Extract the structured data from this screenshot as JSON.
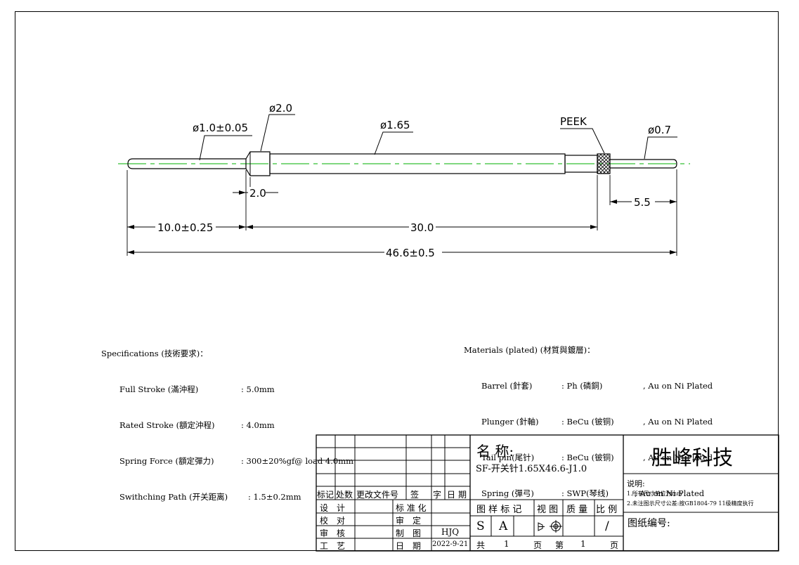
{
  "drawing": {
    "dims": {
      "d_tip": "ø1.0±0.05",
      "d_head": "ø2.0",
      "d_barrel": "ø1.65",
      "d_tail": "ø0.7",
      "peek": "PEEK",
      "len_head": "2.0",
      "len_tail": "5.5",
      "len_tip": "10.0±0.25",
      "len_barrel": "30.0",
      "len_total": "46.6±0.5"
    }
  },
  "specs": {
    "title": "Specifications (技術要求)：",
    "rows": [
      {
        "label": "Full Stroke (滿沖程)",
        "value": ": 5.0mm"
      },
      {
        "label": "Rated Stroke (額定沖程)",
        "value": ": 4.0mm"
      },
      {
        "label": "Spring Force (額定彈力)",
        "value": ": 300±20%gf@ load 4.0mm"
      },
      {
        "label": "Swithching Path (开关距离)",
        "value": ": 1.5±0.2mm"
      }
    ]
  },
  "materials": {
    "title": "Materials (plated) (材質與鍍層)：",
    "rows": [
      {
        "part": "Barrel (針套)",
        "material": ": Ph (磷銅)",
        "plating": ", Au on Ni Plated"
      },
      {
        "part": "Plunger (針軸)",
        "material": ": BeCu (铍铜)",
        "plating": ", Au on Ni Plated"
      },
      {
        "part": "Tail pin(尾针)",
        "material": ": BeCu (铍铜)",
        "plating": ", Au on Ni Plated"
      },
      {
        "part": "Spring (彈弓)",
        "material": ": SWP(琴线)",
        "plating": ", Au on Ni Plated"
      }
    ]
  },
  "title_block": {
    "rev_headers": [
      "标记",
      "处数",
      "更改文件号",
      "签",
      "字",
      "日",
      "期"
    ],
    "design": "设　计",
    "check": "校　对",
    "review": "审　核",
    "process": "工　艺",
    "standard": "标 准 化",
    "approve": "审　定",
    "drawn": "制　图",
    "date_label": "日　期",
    "drawn_by": "HJQ",
    "date": "2022-9-21",
    "name_label": "名 称:",
    "name_value": "SF-开关针1.65X46.6-J1.0",
    "stage_label": "图 样 标 记",
    "view_label": "视 图",
    "mass_label": "质 量",
    "scale_label": "比 例",
    "stage_s": "S",
    "stage_a": "A",
    "scale_value": "/",
    "total_label": "共",
    "total_value": "1",
    "page_label": "页",
    "sheet_label": "第",
    "sheet_value": "1",
    "page_label2": "页",
    "company": "胜峰科技",
    "notes_label": "说明:",
    "note1": "1.所有尺寸单位为mm",
    "note2": "2.未注图示尺寸公差:按GB1804-79 11级精度执行",
    "drawing_no_label": "图纸编号:"
  }
}
